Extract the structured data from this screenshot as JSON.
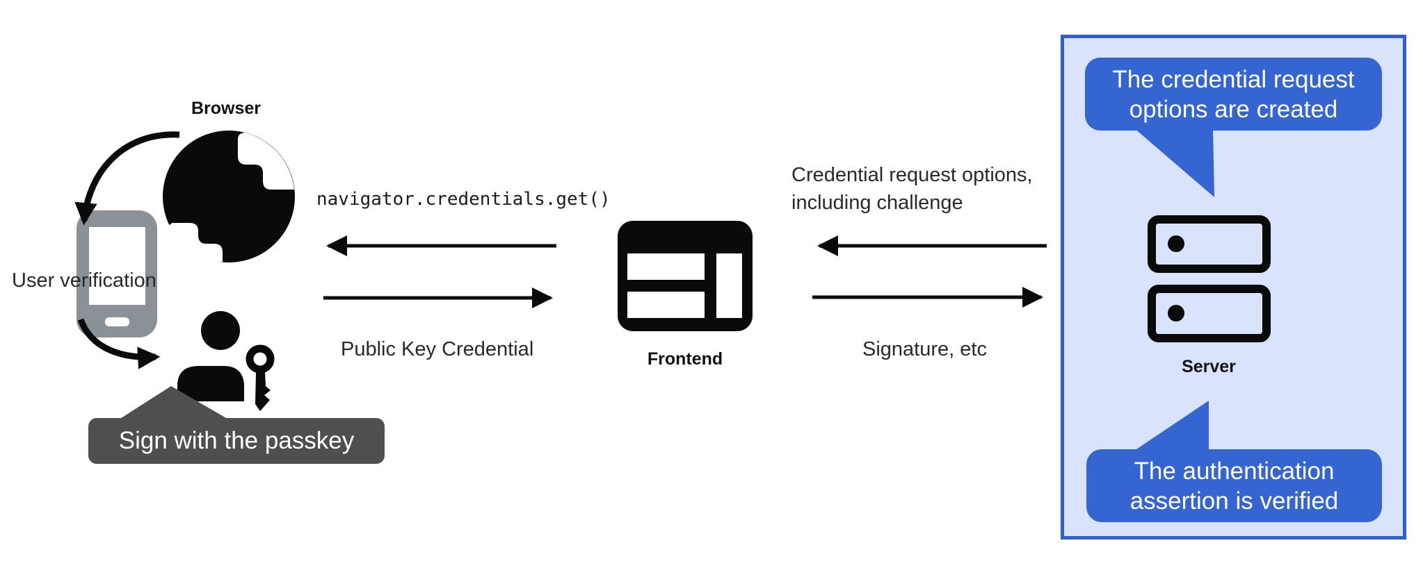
{
  "nodes": {
    "browser": {
      "label": "Browser"
    },
    "user_verification": {
      "label": "User verification"
    },
    "passkey_tooltip": {
      "label": "Sign with the passkey"
    },
    "frontend": {
      "label": "Frontend"
    },
    "server": {
      "label": "Server"
    }
  },
  "messages": {
    "to_browser_code": "navigator.credentials.get()",
    "from_browser": "Public Key Credential",
    "to_frontend_line1": "Credential request options,",
    "to_frontend_line2": "including challenge",
    "from_frontend": "Signature, etc"
  },
  "server_callouts": {
    "top": {
      "line1": "The credential request",
      "line2": "options are created"
    },
    "bottom": {
      "line1": "The authentication",
      "line2": "assertion is verified"
    }
  },
  "icons": [
    "globe-browser-icon",
    "phone-icon",
    "user-icon",
    "key-icon",
    "frontend-window-icon",
    "server-stack-icon"
  ],
  "colors": {
    "bubble_blue": "#3565d0",
    "box_border_blue": "#2f5ecd",
    "box_fill_blue": "#d9e3fb",
    "tooltip_gray": "#4f4f4f",
    "phone_gray": "#8a9197",
    "icon_black": "#0a0a0a",
    "text_dark": "#202124"
  }
}
